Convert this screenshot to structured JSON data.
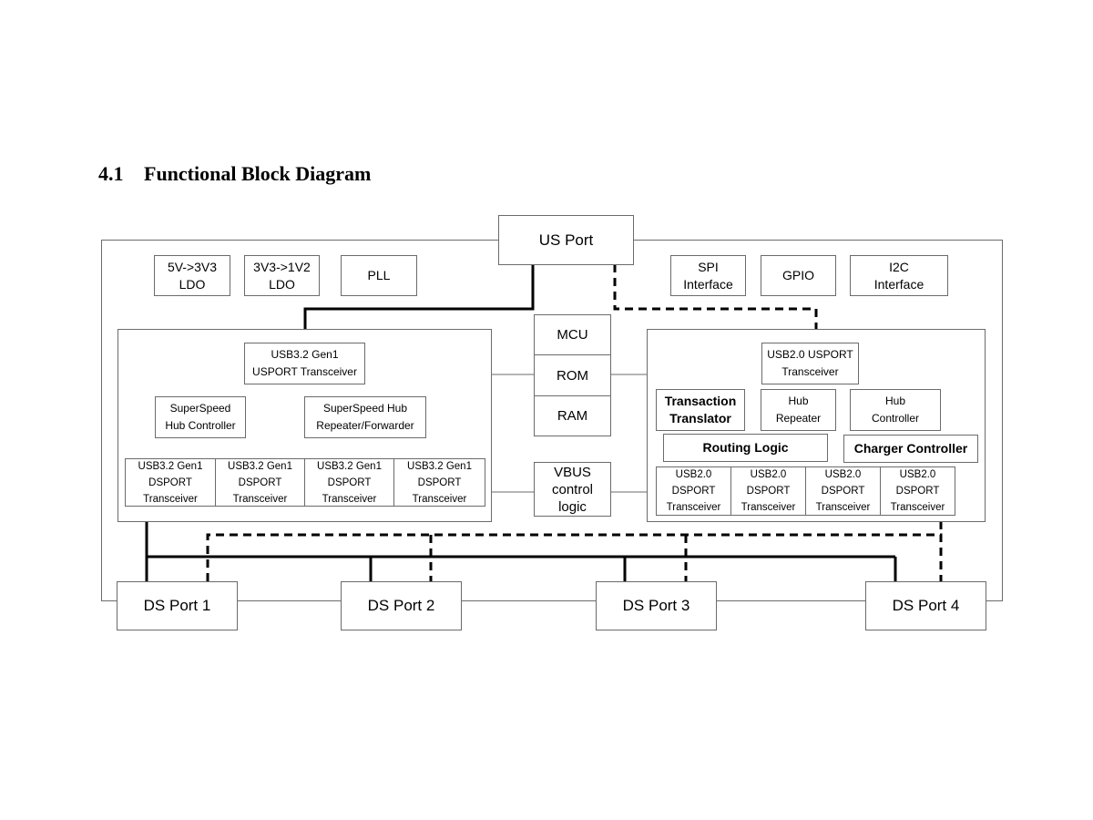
{
  "heading": {
    "number": "4.1",
    "title": "Functional Block Diagram"
  },
  "blocks": {
    "us_port": "US Port",
    "ldo_5v": "5V->3V3\nLDO",
    "ldo_3v3": "3V3->1V2\nLDO",
    "pll": "PLL",
    "spi": "SPI\nInterface",
    "gpio": "GPIO",
    "i2c": "I2C\nInterface",
    "mcu": "MCU",
    "rom": "ROM",
    "ram": "RAM",
    "vbus": "VBUS\ncontrol\nlogic",
    "ss_usport": "USB3.2 Gen1\nUSPORT Transceiver",
    "ss_hub_ctrl": "SuperSpeed\nHub Controller",
    "ss_hub_rep": "SuperSpeed Hub\nRepeater/Forwarder",
    "ss_dsport": "USB3.2 Gen1\nDSPORT\nTransceiver",
    "hs_usport": "USB2.0 USPORT\nTransceiver",
    "tt": "Transaction\nTranslator",
    "hub_rep": "Hub\nRepeater",
    "hub_ctrl": "Hub\nController",
    "routing": "Routing Logic",
    "charger": "Charger Controller",
    "hs_dsport": "USB2.0\nDSPORT\nTransceiver",
    "ds_port_1": "DS Port 1",
    "ds_port_2": "DS Port 2",
    "ds_port_3": "DS Port 3",
    "ds_port_4": "DS Port 4"
  },
  "legend_note": "",
  "colors": {
    "border": "#6b6b6b",
    "wire": "#000000"
  }
}
